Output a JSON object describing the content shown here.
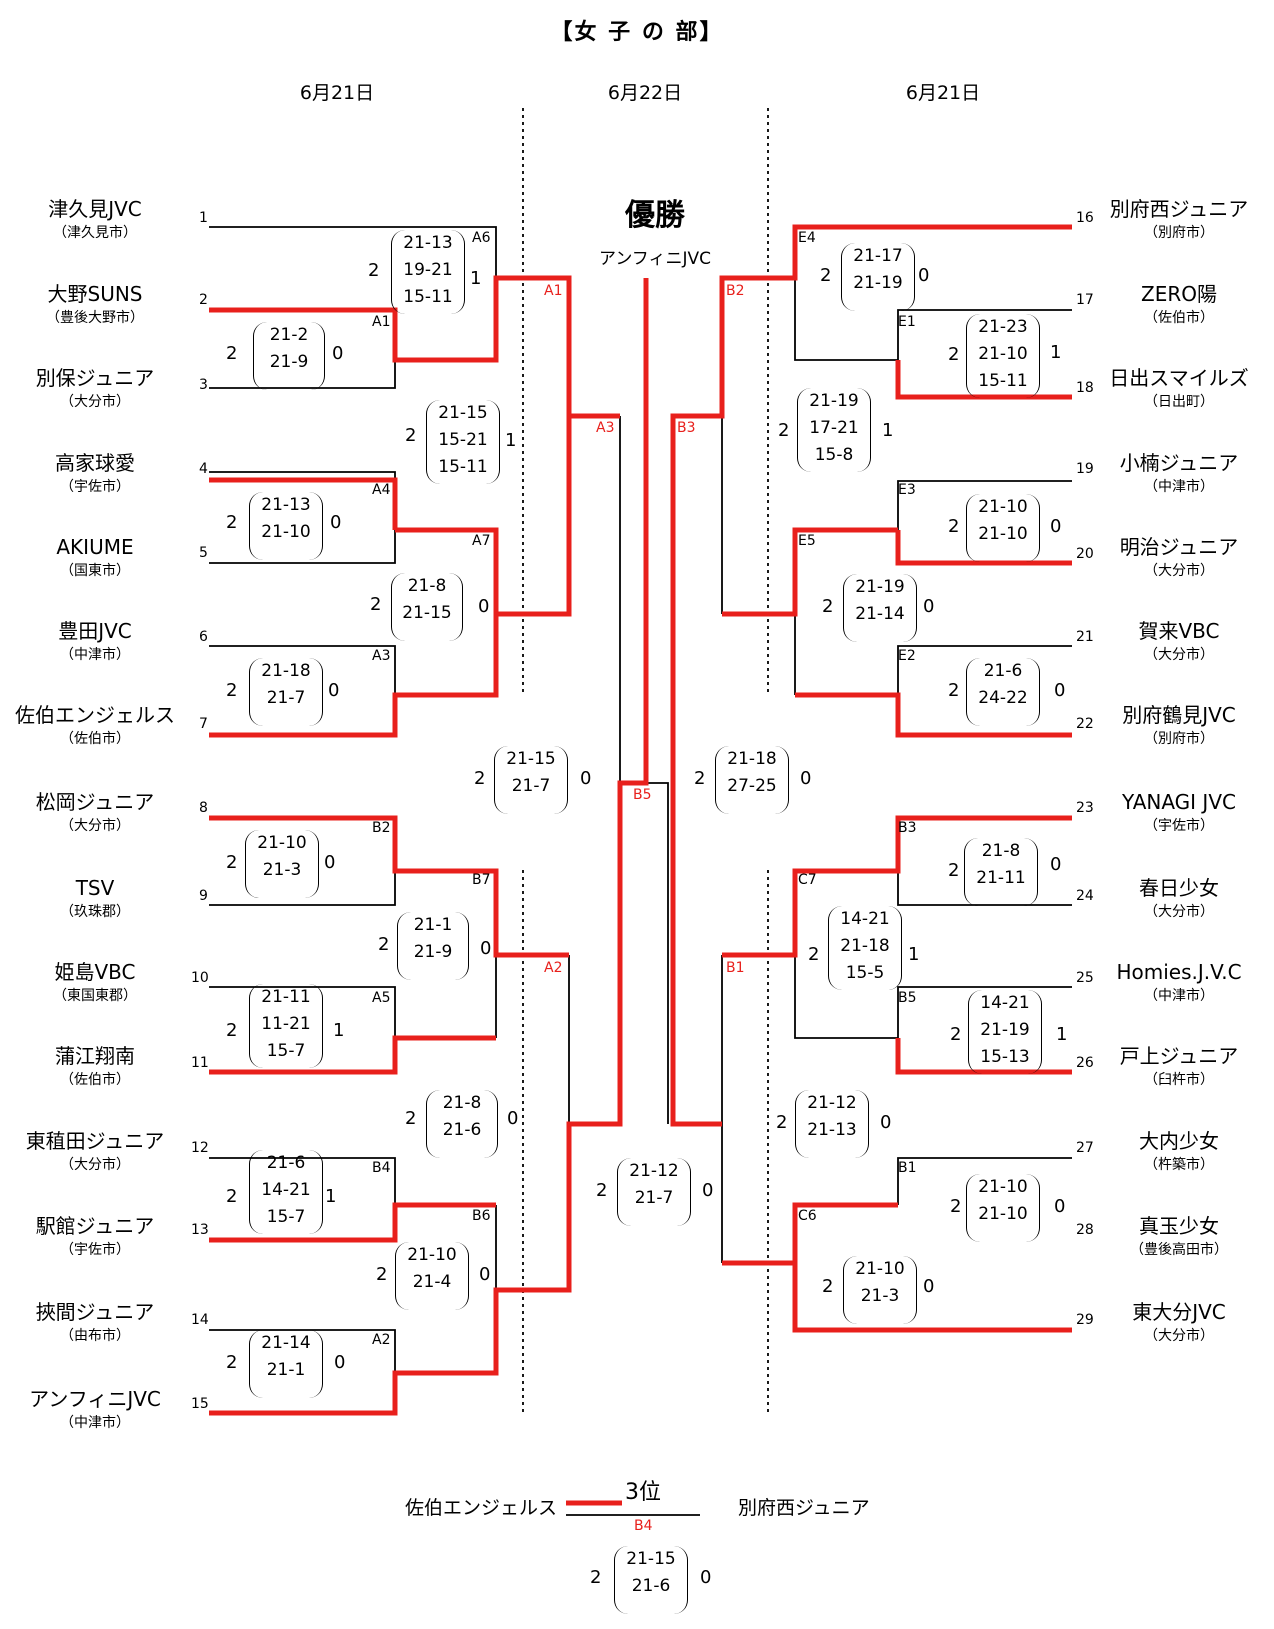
{
  "title": "【女 子 の 部】",
  "dates": {
    "left": "6月21日",
    "center": "6月22日",
    "right": "6月21日"
  },
  "colors": {
    "winner_line": "#e8201c",
    "line": "#000000"
  },
  "champion": {
    "label": "優勝",
    "team": "アンフィニJVC"
  },
  "third_place": {
    "label": "3位",
    "match": "B4",
    "team_left": "佐伯エンジェルス",
    "team_right": "別府西ジュニア",
    "score": {
      "sets_left": "2",
      "sets_right": "0",
      "games": [
        "21-15",
        "21-6"
      ]
    }
  },
  "teams_left": [
    {
      "seed": "1",
      "name": "津久見JVC",
      "city": "（津久見市）"
    },
    {
      "seed": "2",
      "name": "大野SUNS",
      "city": "（豊後大野市）"
    },
    {
      "seed": "3",
      "name": "別保ジュニア",
      "city": "（大分市）"
    },
    {
      "seed": "4",
      "name": "高家球愛",
      "city": "（宇佐市）"
    },
    {
      "seed": "5",
      "name": "AKIUME",
      "city": "（国東市）"
    },
    {
      "seed": "6",
      "name": "豊田JVC",
      "city": "（中津市）"
    },
    {
      "seed": "7",
      "name": "佐伯エンジェルス",
      "city": "（佐伯市）"
    },
    {
      "seed": "8",
      "name": "松岡ジュニア",
      "city": "（大分市）"
    },
    {
      "seed": "9",
      "name": "TSV",
      "city": "（玖珠郡）"
    },
    {
      "seed": "10",
      "name": "姫島VBC",
      "city": "（東国東郡）"
    },
    {
      "seed": "11",
      "name": "蒲江翔南",
      "city": "（佐伯市）"
    },
    {
      "seed": "12",
      "name": "東稙田ジュニア",
      "city": "（大分市）"
    },
    {
      "seed": "13",
      "name": "駅館ジュニア",
      "city": "（宇佐市）"
    },
    {
      "seed": "14",
      "name": "挾間ジュニア",
      "city": "（由布市）"
    },
    {
      "seed": "15",
      "name": "アンフィニJVC",
      "city": "（中津市）"
    }
  ],
  "teams_right": [
    {
      "seed": "16",
      "name": "別府西ジュニア",
      "city": "（別府市）"
    },
    {
      "seed": "17",
      "name": "ZERO陽",
      "city": "（佐伯市）"
    },
    {
      "seed": "18",
      "name": "日出スマイルズ",
      "city": "（日出町）"
    },
    {
      "seed": "19",
      "name": "小楠ジュニア",
      "city": "（中津市）"
    },
    {
      "seed": "20",
      "name": "明治ジュニア",
      "city": "（大分市）"
    },
    {
      "seed": "21",
      "name": "賀来VBC",
      "city": "（大分市）"
    },
    {
      "seed": "22",
      "name": "別府鶴見JVC",
      "city": "（別府市）"
    },
    {
      "seed": "23",
      "name": "YANAGI JVC",
      "city": "（宇佐市）"
    },
    {
      "seed": "24",
      "name": "春日少女",
      "city": "（大分市）"
    },
    {
      "seed": "25",
      "name": "Homies.J.V.C",
      "city": "（中津市）"
    },
    {
      "seed": "26",
      "name": "戸上ジュニア",
      "city": "（臼杵市）"
    },
    {
      "seed": "27",
      "name": "大内少女",
      "city": "（杵築市）"
    },
    {
      "seed": "28",
      "name": "真玉少女",
      "city": "（豊後高田市）"
    },
    {
      "seed": "29",
      "name": "東大分JVC",
      "city": "（大分市）"
    }
  ],
  "match_labels": [
    "A6",
    "A1",
    "A4",
    "A7",
    "A3",
    "B2",
    "B7",
    "A5",
    "B4",
    "B6",
    "A2",
    "E4",
    "E1",
    "E3",
    "E5",
    "E2",
    "B3",
    "C7",
    "B5",
    "B1",
    "C6",
    "A1",
    "A3",
    "A2",
    "B2",
    "B3",
    "B1",
    "B5"
  ],
  "scores": [
    {
      "id": "s-a6",
      "sets_left": "2",
      "sets_right": "1",
      "games": [
        "21-13",
        "19-21",
        "15-11"
      ]
    },
    {
      "id": "s-a1",
      "sets_left": "2",
      "sets_right": "0",
      "games": [
        "21-2",
        "21-9"
      ]
    },
    {
      "id": "s-r2-upper",
      "sets_left": "2",
      "sets_right": "1",
      "games": [
        "21-15",
        "15-21",
        "15-11"
      ]
    },
    {
      "id": "s-a4",
      "sets_left": "2",
      "sets_right": "0",
      "games": [
        "21-13",
        "21-10"
      ]
    },
    {
      "id": "s-a7",
      "sets_left": "2",
      "sets_right": "0",
      "games": [
        "21-8",
        "21-15"
      ]
    },
    {
      "id": "s-a3",
      "sets_left": "2",
      "sets_right": "0",
      "games": [
        "21-18",
        "21-7"
      ]
    },
    {
      "id": "s-semi-left",
      "sets_left": "2",
      "sets_right": "0",
      "games": [
        "21-15",
        "21-7"
      ]
    },
    {
      "id": "s-final",
      "sets_left": "2",
      "sets_right": "0",
      "games": [
        "21-18",
        "27-25"
      ]
    },
    {
      "id": "s-b2",
      "sets_left": "2",
      "sets_right": "0",
      "games": [
        "21-10",
        "21-3"
      ]
    },
    {
      "id": "s-b7",
      "sets_left": "2",
      "sets_right": "0",
      "games": [
        "21-1",
        "21-9"
      ]
    },
    {
      "id": "s-a5",
      "sets_left": "2",
      "sets_right": "1",
      "games": [
        "21-11",
        "11-21",
        "15-7"
      ]
    },
    {
      "id": "s-r2-lower",
      "sets_left": "2",
      "sets_right": "0",
      "games": [
        "21-8",
        "21-6"
      ]
    },
    {
      "id": "s-b4",
      "sets_left": "2",
      "sets_right": "1",
      "games": [
        "21-6",
        "14-21",
        "15-7"
      ]
    },
    {
      "id": "s-b6",
      "sets_left": "2",
      "sets_right": "0",
      "games": [
        "21-10",
        "21-4"
      ]
    },
    {
      "id": "s-a2",
      "sets_left": "2",
      "sets_right": "0",
      "games": [
        "21-14",
        "21-1"
      ]
    },
    {
      "id": "s-semi-lower",
      "sets_left": "2",
      "sets_right": "0",
      "games": [
        "21-12",
        "21-7"
      ]
    },
    {
      "id": "s-e4",
      "sets_left": "2",
      "sets_right": "0",
      "games": [
        "21-17",
        "21-19"
      ]
    },
    {
      "id": "s-e1",
      "sets_left": "2",
      "sets_right": "1",
      "games": [
        "21-23",
        "21-10",
        "15-11"
      ]
    },
    {
      "id": "s-r-r2-upper",
      "sets_left": "2",
      "sets_right": "1",
      "games": [
        "21-19",
        "17-21",
        "15-8"
      ]
    },
    {
      "id": "s-e3",
      "sets_left": "2",
      "sets_right": "0",
      "games": [
        "21-10",
        "21-10"
      ]
    },
    {
      "id": "s-e5",
      "sets_left": "2",
      "sets_right": "0",
      "games": [
        "21-19",
        "21-14"
      ]
    },
    {
      "id": "s-e2",
      "sets_left": "2",
      "sets_right": "0",
      "games": [
        "21-6",
        "24-22"
      ]
    },
    {
      "id": "s-b3r",
      "sets_left": "2",
      "sets_right": "0",
      "games": [
        "21-8",
        "21-11"
      ]
    },
    {
      "id": "s-c7",
      "sets_left": "2",
      "sets_right": "1",
      "games": [
        "14-21",
        "21-18",
        "15-5"
      ]
    },
    {
      "id": "s-b5r",
      "sets_left": "2",
      "sets_right": "1",
      "games": [
        "14-21",
        "21-19",
        "15-13"
      ]
    },
    {
      "id": "s-r-r2-lower",
      "sets_left": "2",
      "sets_right": "0",
      "games": [
        "21-12",
        "21-13"
      ]
    },
    {
      "id": "s-b1r",
      "sets_left": "2",
      "sets_right": "0",
      "games": [
        "21-10",
        "21-10"
      ]
    },
    {
      "id": "s-c6",
      "sets_left": "2",
      "sets_right": "0",
      "games": [
        "21-10",
        "21-3"
      ]
    }
  ]
}
